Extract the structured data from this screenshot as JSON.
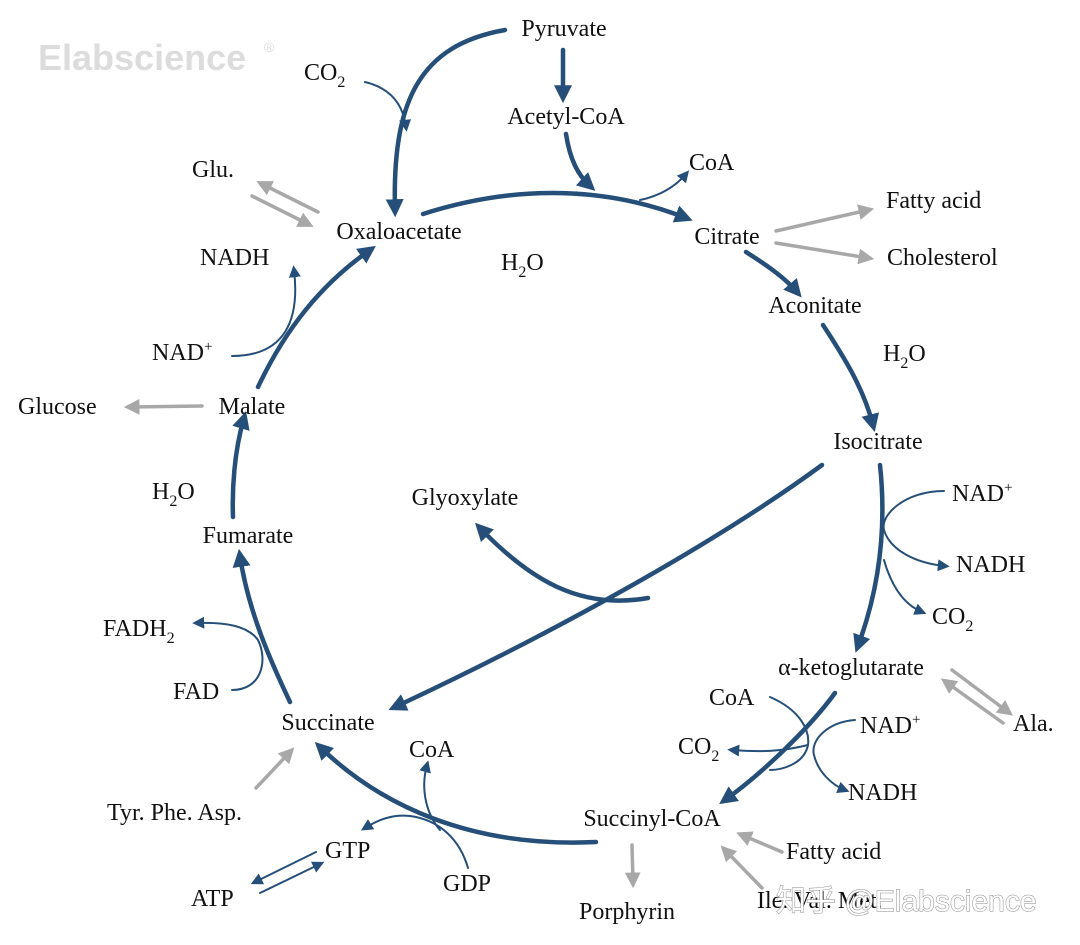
{
  "colors": {
    "pathway": "#254f78",
    "branch": "#a8a8a8",
    "text": "#111111",
    "watermark": "#dcdcdc"
  },
  "logo": {
    "name": "Elabscience",
    "mark": "®"
  },
  "watermark": {
    "text": "知乎 @Elabscience"
  },
  "nodes": {
    "pyruvate": "Pyruvate",
    "acetyl_coa": "Acetyl-CoA",
    "citrate": "Citrate",
    "aconitate": "Aconitate",
    "isocitrate": "Isocitrate",
    "alpha_ketoglutarate": "α-ketoglutarate",
    "succinyl_coa": "Succinyl-CoA",
    "succinate": "Succinate",
    "fumarate": "Fumarate",
    "malate": "Malate",
    "oxaloacetate": "Oxaloacetate",
    "glyoxylate": "Glyoxylate"
  },
  "cofactors": {
    "co2_base": "CO",
    "co2_sub": "2",
    "h2o_base": "H",
    "h2o_sub": "2",
    "h2o_end": "O",
    "coa": "CoA",
    "nad_base": "NAD",
    "nad_sup": "+",
    "nadh": "NADH",
    "fadh2_base": "FADH",
    "fadh2_sub": "2",
    "fad": "FAD",
    "gtp": "GTP",
    "gdp": "GDP",
    "atp": "ATP"
  },
  "branches": {
    "glu": "Glu.",
    "fatty_acid": "Fatty acid",
    "cholesterol": "Cholesterol",
    "glucose": "Glucose",
    "ala": "Ala.",
    "tyr_phe_asp": "Tyr. Phe. Asp.",
    "porphyrin": "Porphyrin",
    "ile_val_met": "Ile. Val. Met."
  }
}
